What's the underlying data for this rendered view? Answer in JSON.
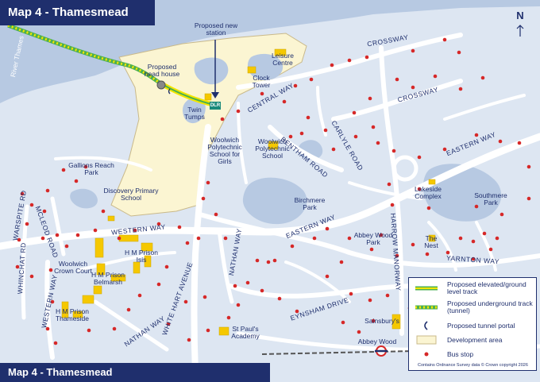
{
  "title": "Map 4 - Thamesmead",
  "footer": "Map 4 - Thamesmead",
  "north": "N",
  "credit": "Contains Ordnance Survey data © Crown copyright 2026",
  "colors": {
    "water": "#b7c9e2",
    "land": "#dde6f2",
    "roads": "#ffffff",
    "development": "#fbf5d2",
    "buildings": "#f5c800",
    "bus_stop": "#d62828",
    "elevated_track": "#4caf50",
    "underground_track": "#f2e600",
    "navy": "#1f2f6d"
  },
  "places": {
    "river": "River Thames",
    "proposed_station": "Proposed new station",
    "proposed_head_house": "Proposed head house",
    "leisure_centre": "Leisure Centre",
    "clock_tower": "Clock Tower",
    "twin_tumps": "Twin Tumps",
    "dlr_badge": "DLR",
    "gallions_reach_park": "Gallions Reach Park",
    "discovery_school": "Discovery Primary School",
    "woolwich_poly_girls": "Woolwich Polytechnic School for Girls",
    "woolwich_poly": "Woolwich Polytechnic School",
    "birchmere_park": "Birchmere Park",
    "lakeside_complex": "Lakeside Complex",
    "southmere_park": "Southmere Park",
    "abbey_wood_park": "Abbey Wood Park",
    "the_nest": "The Nest",
    "hm_prison_isis": "H M Prison Isis",
    "woolwich_crown_court": "Woolwich Crown Court",
    "hm_prison_belmarsh": "H M Prison Belmarsh",
    "hm_prison_thameside": "H M Prison Thameside",
    "st_pauls": "St Paul's Academy",
    "sainsburys": "Sainsbury's",
    "abbey_wood": "Abbey Wood"
  },
  "roads": {
    "crossway_n": "CROSSWAY",
    "crossway_e": "CROSSWAY",
    "central_way": "CENTRAL WAY",
    "carlyle_road": "CARLYLE ROAD",
    "bentham_road": "BENTHAM ROAD",
    "eastern_way_e": "EASTERN WAY",
    "eastern_way_c": "EASTERN WAY",
    "western_way_n": "WESTERN WAY",
    "western_way_s": "WESTERN WAY",
    "harrow_manor": "HARROW MANORWAY",
    "yarnton_way": "YARNTON WAY",
    "eynsham_drive": "EYNSHAM DRIVE",
    "nathan_way_n": "NATHAN WAY",
    "nathan_way_s": "NATHAN WAY",
    "white_hart": "WHITE HART AVENUE",
    "warspite": "WARSPITE RD",
    "mcleod": "MCLEOD ROAD",
    "whinchat": "WHINCHAT RD"
  },
  "legend": {
    "items": [
      {
        "label": "Proposed elevated/ground level track",
        "symbol": "elevated"
      },
      {
        "label": "Proposed underground track (tunnel)",
        "symbol": "underground"
      },
      {
        "label": "Proposed tunnel portal",
        "symbol": "portal"
      },
      {
        "label": "Development area",
        "symbol": "development"
      },
      {
        "label": "Bus stop",
        "symbol": "bus"
      }
    ]
  }
}
